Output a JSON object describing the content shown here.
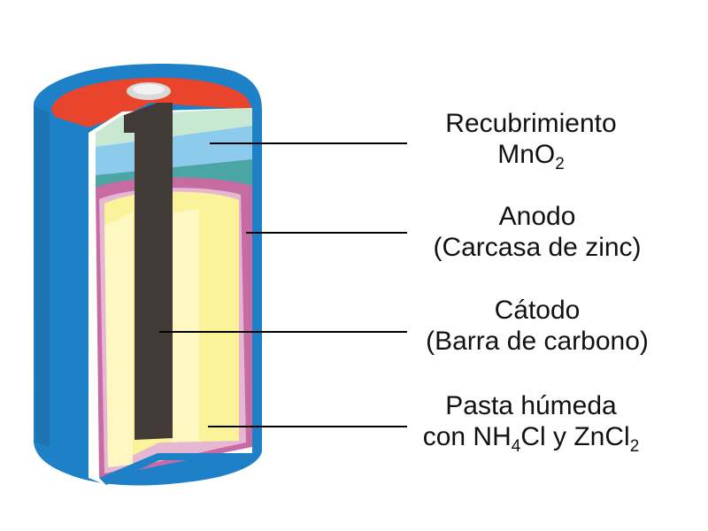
{
  "labels": {
    "coating": {
      "line1": "Recubrimiento",
      "line2_main": "MnO",
      "line2_sub": "2"
    },
    "anode": {
      "line1": "Anodo",
      "line2": "(Carcasa de zinc)"
    },
    "cathode": {
      "line1": "Cátodo",
      "line2": "(Barra de carbono)"
    },
    "paste": {
      "line1": "Pasta húmeda",
      "line2_a": "con NH",
      "line2_sub1": "4",
      "line2_b": "Cl y ZnCl",
      "line2_sub2": "2"
    }
  },
  "colors": {
    "outer_casing": "#1e80c6",
    "casing_dark": "#1a5f96",
    "top_seal": "#e8452c",
    "coating_light": "#c9e8d2",
    "coating_blue": "#8ccbec",
    "teal_band": "#4aa5a4",
    "zinc_layer": "#c76ca3",
    "inner_lining": "#e5b7d2",
    "paste": "#fbf39a",
    "paste_light": "#fdf8c2",
    "carbon_rod": "#413a36",
    "cap": "#d9d9d9",
    "leader_line": "#000000"
  }
}
